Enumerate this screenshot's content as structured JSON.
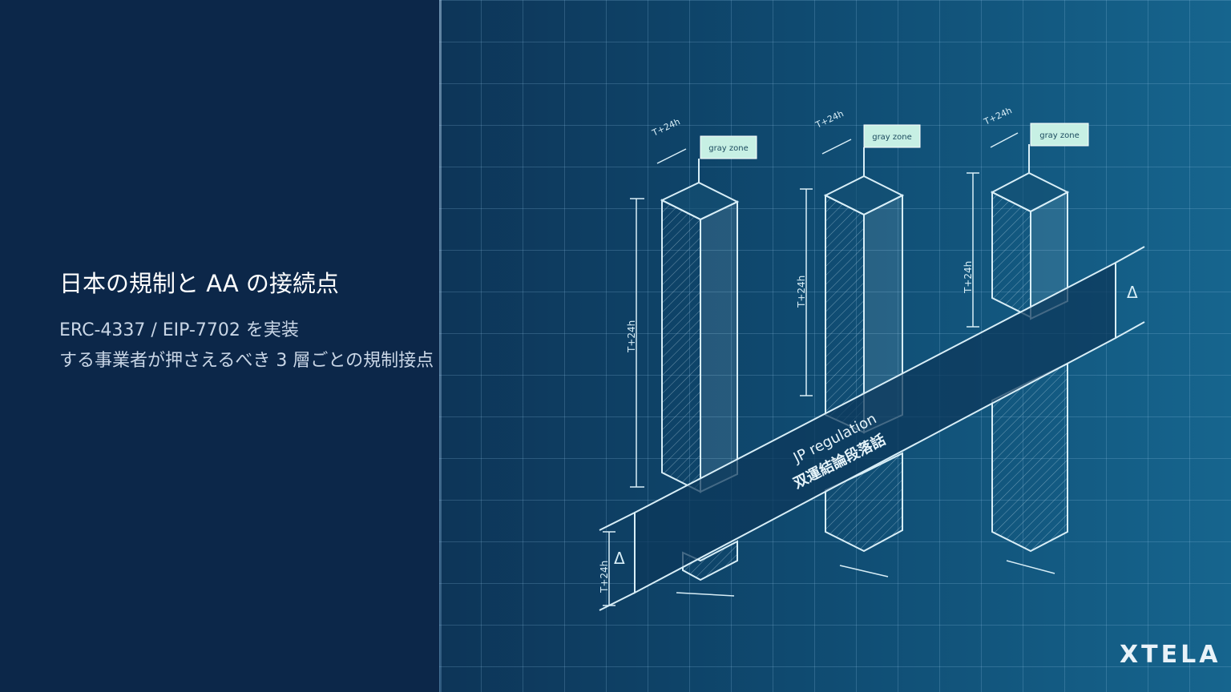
{
  "slide": {
    "title": "日本の規制と AA の接続点",
    "subtitle_line_1": "ERC-4337 / EIP-7702 を実装",
    "subtitle_line_2": "する事業者が押さえるべき 3 層ごとの規制接点"
  },
  "illustration": {
    "flag_labels": [
      "gray zone",
      "gray zone",
      "gray zone"
    ],
    "dimension_labels": [
      "T+24h",
      "T+24h",
      "T+24h",
      "T+24h",
      "T+24h",
      "T+24h",
      "T+24h"
    ],
    "band_label_line_1": "JP regulation",
    "band_label_line_2": "双運結論段落話",
    "delta_marks": [
      "Δ",
      "Δ"
    ]
  },
  "branding": {
    "logo_text": "XTELA"
  },
  "colors": {
    "navy_panel": "#0c2749",
    "blueprint_dark": "#0d3558",
    "blueprint_light": "#16658e",
    "line": "#d8eef7",
    "flag_fill": "#c7f0e4"
  }
}
